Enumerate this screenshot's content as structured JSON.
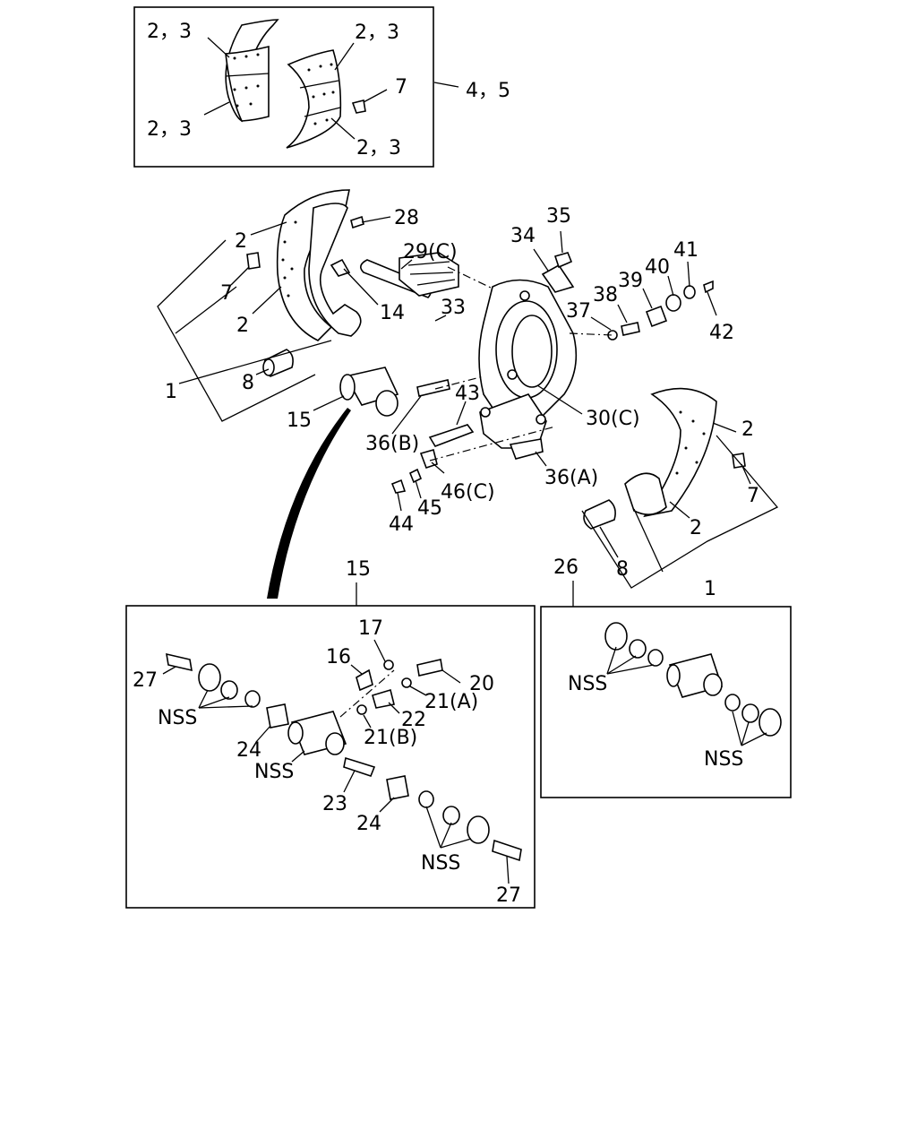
{
  "callouts": {
    "inset_lining_tl": "2，3",
    "inset_lining_tr": "2，3",
    "inset_lining_bl": "2，3",
    "inset_lining_br": "2，3",
    "inset_rivet": "7",
    "inset_set_ref": "4，5",
    "left_lining": "2",
    "left_rivet": "7",
    "left_lining2": "2",
    "left_shoe": "1",
    "left_bushing": "8",
    "spring_pin": "28",
    "anchor_pin": "29(C)",
    "roller": "14",
    "shield": "33",
    "bolt_top": "35",
    "clip": "34",
    "washer_37": "37",
    "bolt_38": "38",
    "bushing_39": "39",
    "washer_40": "40",
    "washer_41": "41",
    "pin_42": "42",
    "cylinder": "15",
    "stud_b": "36(B)",
    "pin_43": "43",
    "backplate": "30(C)",
    "right_lining": "2",
    "right_rivet": "7",
    "right_lining2": "2",
    "stud_a": "36(A)",
    "right_bushing": "8",
    "right_shoe": "1",
    "bolt_44": "44",
    "washer_45": "45",
    "plate_46": "46(C)",
    "detail_cyl_ref": "15",
    "kit_ref": "26",
    "bleeder_cap": "17",
    "bleeder": "16",
    "boot_pin_l": "27",
    "bolt_20": "20",
    "washer_21a": "21(A)",
    "nss_l": "NSS",
    "union_22": "22",
    "washer_21b": "21(B)",
    "piston_l": "24",
    "body_nss": "NSS",
    "spring_23": "23",
    "piston_r": "24",
    "nss_r": "NSS",
    "boot_pin_r": "27",
    "kit_nss_top": "NSS",
    "kit_nss_bot": "NSS"
  }
}
